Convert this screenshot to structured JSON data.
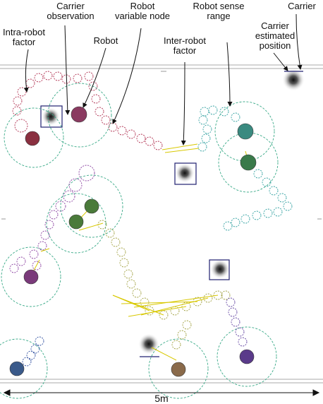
{
  "labels": {
    "intra_robot_factor": [
      "Intra-robot",
      "factor"
    ],
    "carrier_observation": [
      "Carrier",
      "observation"
    ],
    "robot": "Robot",
    "robot_variable_node": [
      "Robot",
      "variable node"
    ],
    "robot_sense_range": [
      "Robot sense",
      "range"
    ],
    "carrier": "Carrier",
    "carrier_estimated_position": [
      "Carrier",
      "estimated",
      "position"
    ],
    "inter_robot_factor": [
      "Inter-robot",
      "factor"
    ],
    "scale": "5m"
  },
  "colors": {
    "robot_red": "#8a3040",
    "robot_purple": "#7a3a7a",
    "robot_teal": "#3a8a80",
    "robot_green": "#3a7a4a",
    "robot_green2": "#4a7a3a",
    "robot_violet": "#5a3a8a",
    "robot_blue": "#3a5a8a",
    "robot_brown": "#8a6a4a",
    "sense_range": "#3aaa88",
    "inter_factor": "#e0d000",
    "carrier_box": "#202070"
  }
}
